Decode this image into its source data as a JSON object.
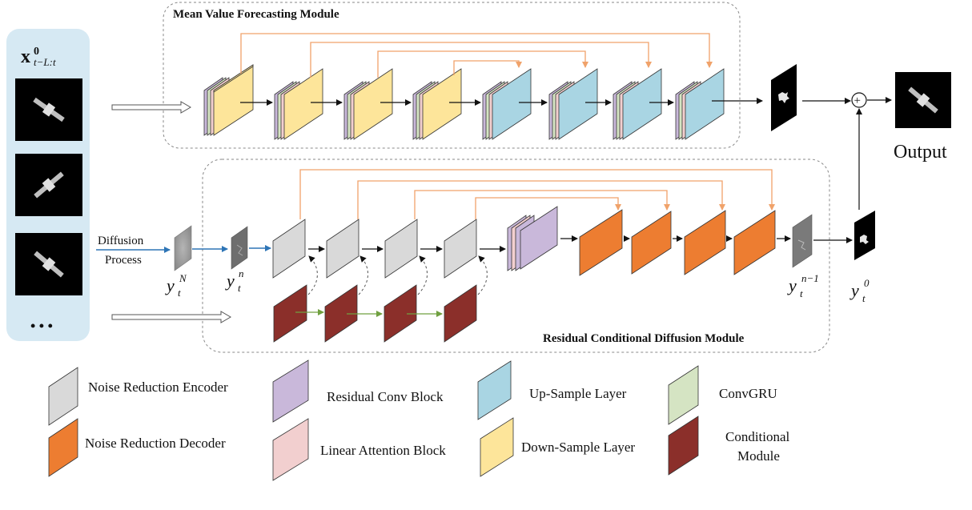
{
  "modules": {
    "mean_value_title": "Mean Value Forecasting Module",
    "residual_title": "Residual Conditional Diffusion Module"
  },
  "input": {
    "label_base": "x",
    "label_sup": "0",
    "label_sub": "t−L:t",
    "ellipsis": "• • •"
  },
  "output_label": "Output",
  "diffusion": {
    "line1": "Diffusion",
    "line2": "Process"
  },
  "symbols": {
    "yN": {
      "base": "y",
      "sub": "t",
      "sup": "N"
    },
    "yn": {
      "base": "y",
      "sub": "t",
      "sup": "n"
    },
    "yn1": {
      "base": "y",
      "sub": "t",
      "sup": "n−1"
    },
    "y0": {
      "base": "y",
      "sub": "t",
      "sup": "0"
    },
    "plus": "+"
  },
  "legend": [
    {
      "label": "Noise Reduction Encoder",
      "color": "#d9d9d9"
    },
    {
      "label": "Noise Reduction Decoder",
      "color": "#ed7d31"
    },
    {
      "label": "Residual Conv Block",
      "color": "#c9b8da"
    },
    {
      "label": "Linear Attention Block",
      "color": "#f2cfcf"
    },
    {
      "label": "Up-Sample Layer",
      "color": "#a9d5e3"
    },
    {
      "label": "Down-Sample Layer",
      "color": "#fde59a"
    },
    {
      "label": "ConvGRU",
      "color": "#d5e4c3"
    },
    {
      "label_line1": "Conditional",
      "label_line2": "Module",
      "color": "#8b2f2a"
    }
  ],
  "colors": {
    "orange_arrow": "#f0a26a",
    "blue_arrow": "#2e75b6",
    "green_arrow": "#70a040",
    "panel": "#d6e9f3"
  }
}
